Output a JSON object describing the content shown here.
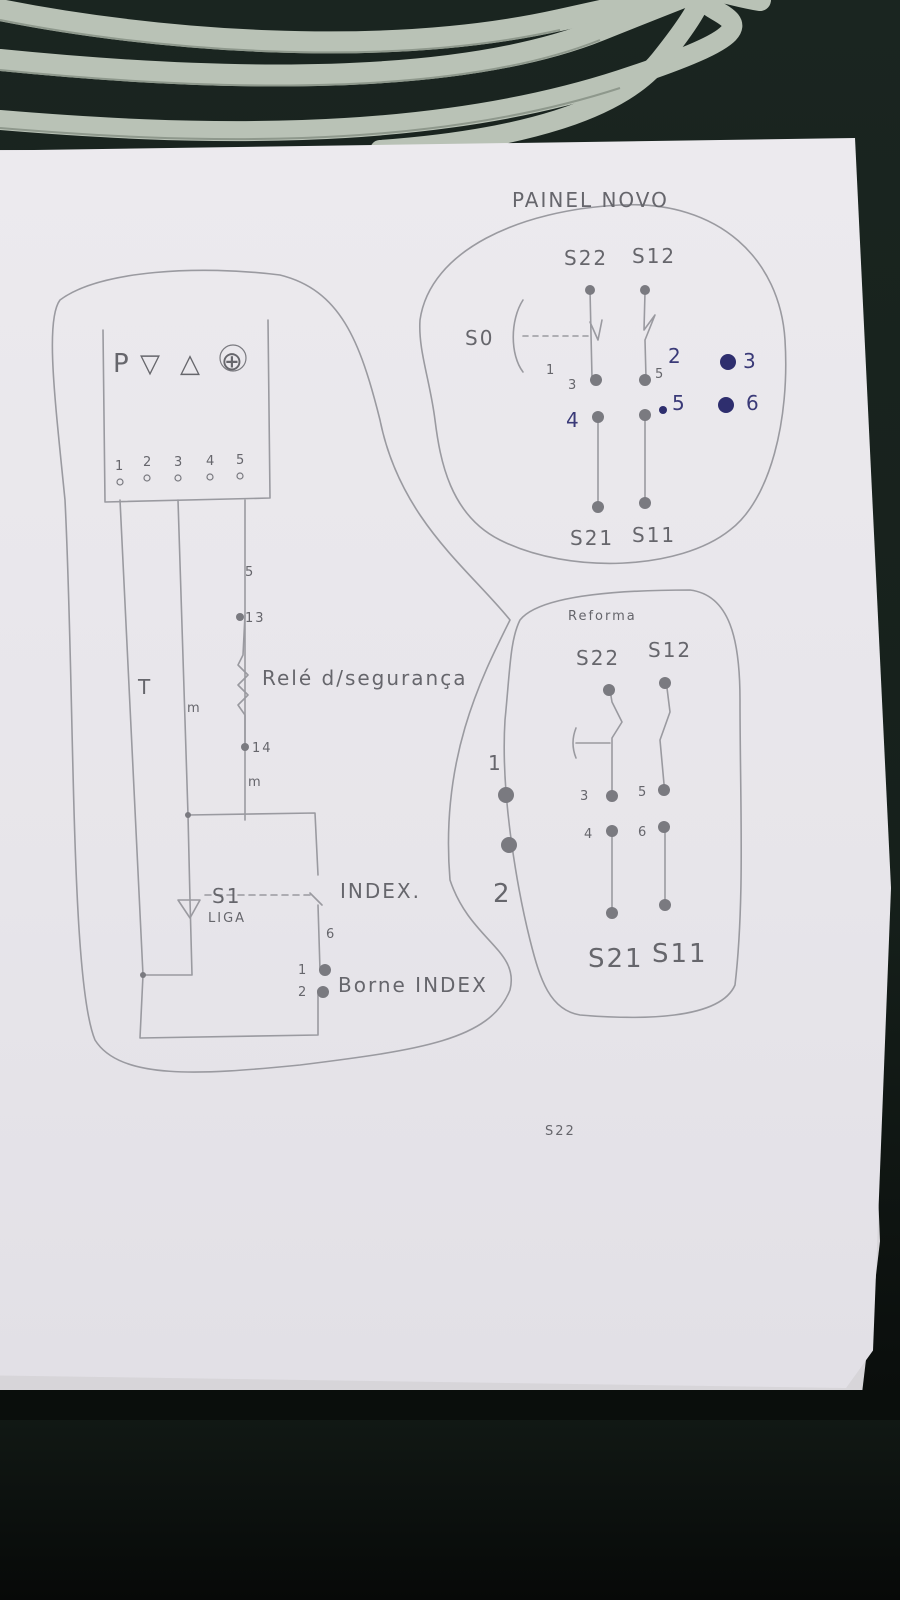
{
  "headings": {
    "painel_novo": "PAINEL NOVO",
    "reforma": "Reforma"
  },
  "panel_buttons": [
    "P",
    "▽",
    "△",
    "⊕"
  ],
  "panel_terminals": [
    "1",
    "2",
    "3",
    "4",
    "5"
  ],
  "left_labels": {
    "wire_5": "5",
    "t13": "13",
    "relay": "Relé d/segurança",
    "t14": "14",
    "wire_m1": "m",
    "wire_m2": "m",
    "wire_t": "T",
    "s1": "S1",
    "liga": "LIGA",
    "index": "INDEX.",
    "six": "6",
    "b1": "1",
    "b2": "2",
    "borne": "Borne INDEX"
  },
  "painel_novo": {
    "s22": "S22",
    "s12": "S12",
    "s0": "S0",
    "s21": "S21",
    "s11": "S11",
    "n1": "1",
    "n3": "3",
    "n5": "5",
    "pen_2": "2",
    "pen_3": "3",
    "pen_4": "4",
    "pen_5": "5",
    "pen_6": "6"
  },
  "reforma": {
    "s22": "S22",
    "s12": "S12",
    "n3": "3",
    "n4": "4",
    "n5": "5",
    "n6": "6",
    "s21": "S21",
    "s11": "S11",
    "side_1": "1",
    "side_2": "2"
  },
  "footer_label": "S22",
  "colors": {
    "pencil": "#66666c",
    "pen": "#3a3a78",
    "paper": "#eceaee",
    "background": "#16201b"
  }
}
